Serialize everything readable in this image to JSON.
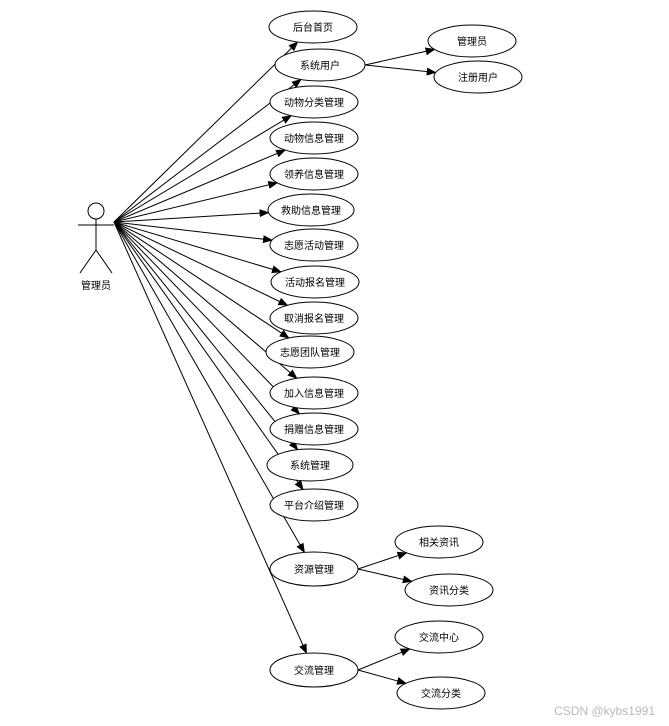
{
  "actor": {
    "label": "管理员"
  },
  "use_cases": [
    {
      "id": "houtai",
      "label": "后台首页"
    },
    {
      "id": "xitongyonghu",
      "label": "系统用户"
    },
    {
      "id": "dongwufenlei",
      "label": "动物分类管理"
    },
    {
      "id": "dongwuxinxi",
      "label": "动物信息管理"
    },
    {
      "id": "lingyang",
      "label": "领养信息管理"
    },
    {
      "id": "jiuzhu",
      "label": "救助信息管理"
    },
    {
      "id": "zhiyuanhuodong",
      "label": "志愿活动管理"
    },
    {
      "id": "huodongbaoming",
      "label": "活动报名管理"
    },
    {
      "id": "quxiaobaoming",
      "label": "取消报名管理"
    },
    {
      "id": "zhiyuantuandui",
      "label": "志愿团队管理"
    },
    {
      "id": "jiaru",
      "label": "加入信息管理"
    },
    {
      "id": "juanzeng",
      "label": "捐赠信息管理"
    },
    {
      "id": "xitongguanli",
      "label": "系统管理"
    },
    {
      "id": "pingtai",
      "label": "平台介绍管理"
    },
    {
      "id": "ziyuan",
      "label": "资源管理"
    },
    {
      "id": "jiaoliu",
      "label": "交流管理"
    }
  ],
  "sub_cases": [
    {
      "id": "guanliyuan",
      "parent": "xitongyonghu",
      "label": "管理员"
    },
    {
      "id": "zhuceyonghu",
      "parent": "xitongyonghu",
      "label": "注册用户"
    },
    {
      "id": "xiangguanzixun",
      "parent": "ziyuan",
      "label": "相关资讯"
    },
    {
      "id": "zixunfenlei",
      "parent": "ziyuan",
      "label": "资讯分类"
    },
    {
      "id": "jiaoliuzhongxin",
      "parent": "jiaoliu",
      "label": "交流中心"
    },
    {
      "id": "jiaoliufenlei",
      "parent": "jiaoliu",
      "label": "交流分类"
    }
  ],
  "watermark": "CSDN @kybs1991"
}
